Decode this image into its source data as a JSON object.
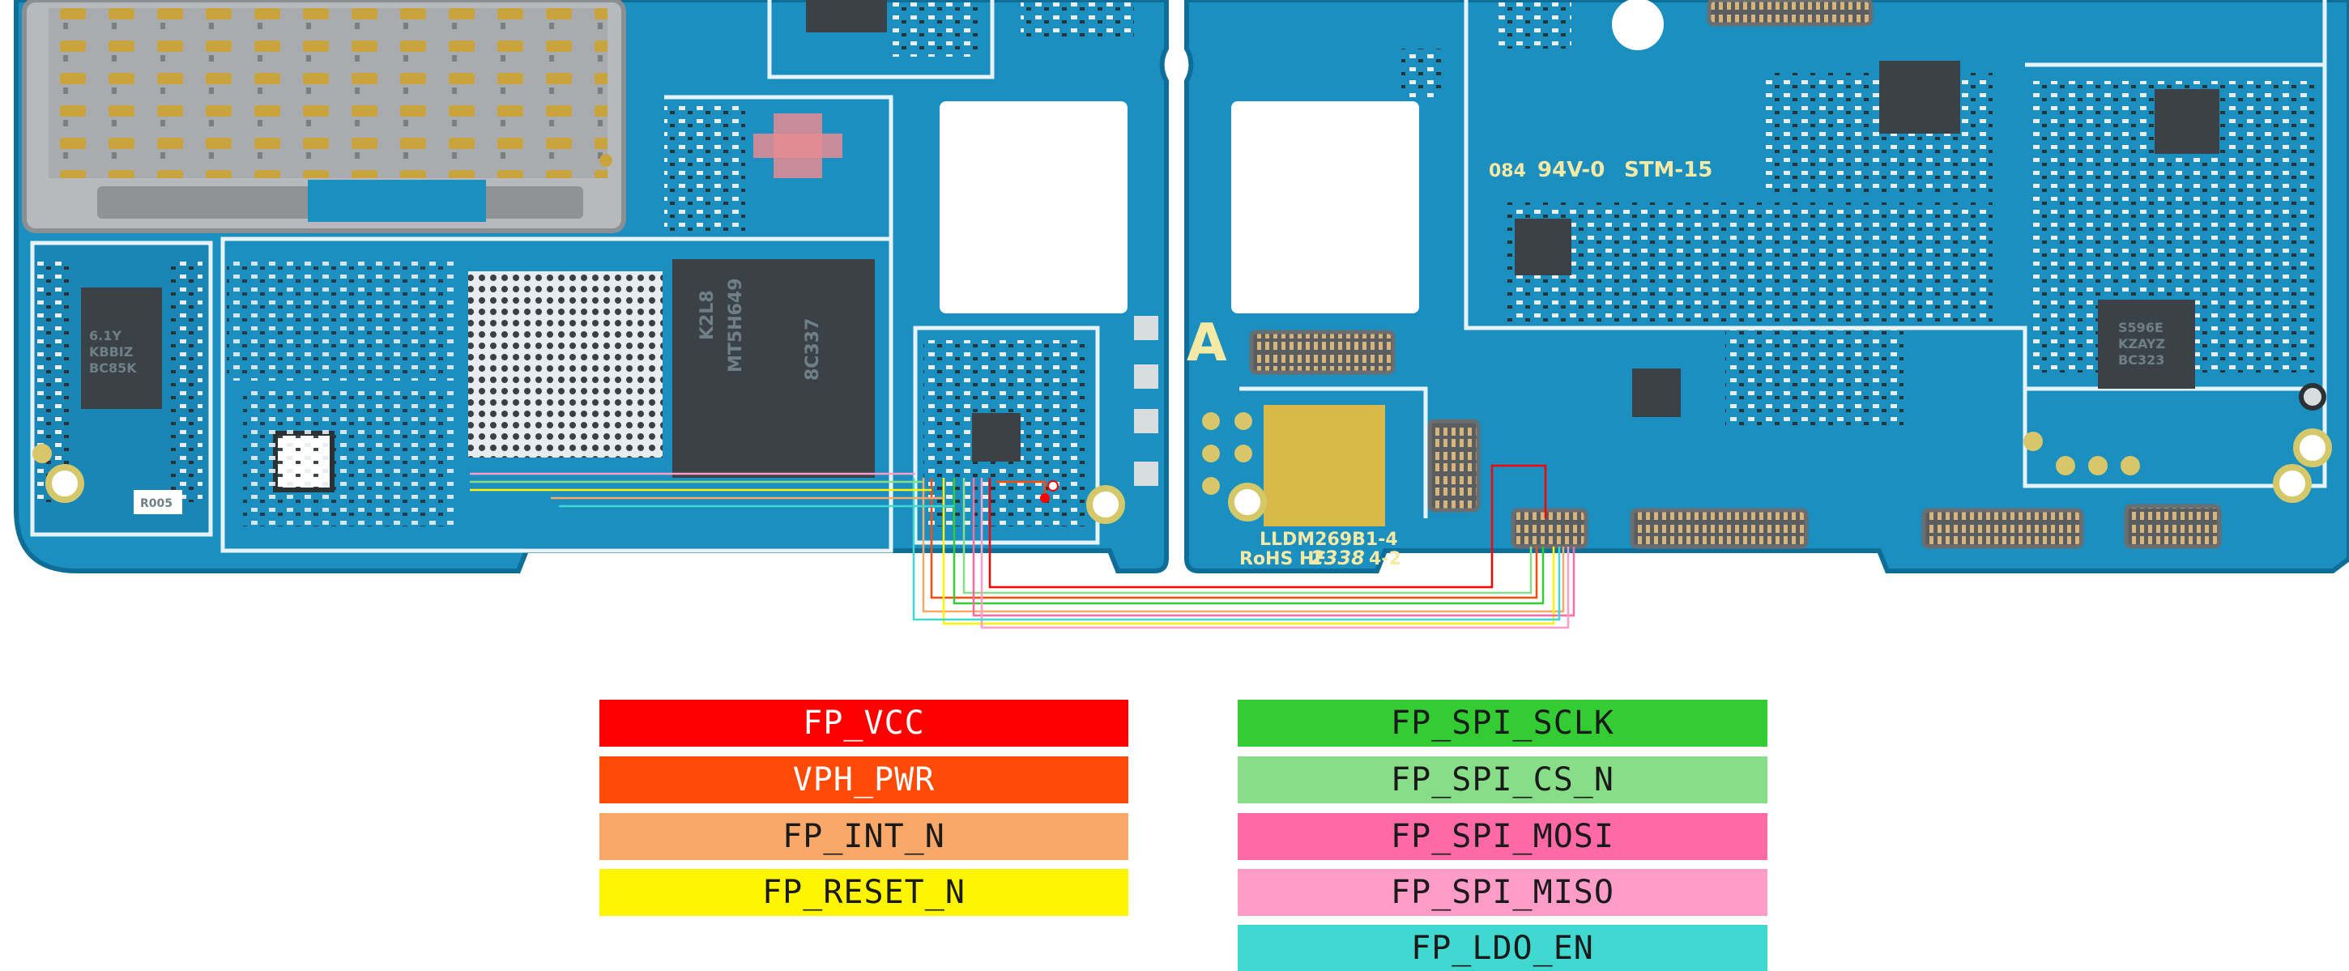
{
  "board": {
    "markings": {
      "model": "LLDM269B1-4",
      "rohs": "RoHS HF",
      "date_code": "2338",
      "rev": "4-2",
      "ul_rating": "084",
      "ul_mark": "94V-0",
      "stm": "STM-15",
      "panel_letter": "A",
      "resistor": "R005"
    },
    "chips": {
      "chip_1_line1": "6.1Y",
      "chip_1_line2": "KBBIZ",
      "chip_1_line3": "BC85K",
      "chip_2_line1": "K2L8",
      "chip_2_line2": "MT5H649",
      "chip_2_line3": "8C337",
      "chip_3_line1": "S596E",
      "chip_3_line2": "KZAYZ",
      "chip_3_line3": "BC323"
    }
  },
  "legend": {
    "left": [
      {
        "label": "FP_VCC",
        "color": "#ff0000",
        "text_color": "#ffffff"
      },
      {
        "label": "VPH_PWR",
        "color": "#ff4a08",
        "text_color": "#ffffff"
      },
      {
        "label": "FP_INT_N",
        "color": "#f8a868",
        "text_color": "#1a1a1a"
      },
      {
        "label": "FP_RESET_N",
        "color": "#fff500",
        "text_color": "#1a1a1a"
      }
    ],
    "right": [
      {
        "label": "FP_SPI_SCLK",
        "color": "#33cc33",
        "text_color": "#1a1a1a"
      },
      {
        "label": "FP_SPI_CS_N",
        "color": "#88dd88",
        "text_color": "#1a1a1a"
      },
      {
        "label": "FP_SPI_MOSI",
        "color": "#ff6aa6",
        "text_color": "#1a1a1a"
      },
      {
        "label": "FP_SPI_MISO",
        "color": "#ff9cc8",
        "text_color": "#1a1a1a"
      },
      {
        "label": "FP_LDO_EN",
        "color": "#40d8d0",
        "text_color": "#1a1a1a"
      }
    ]
  }
}
